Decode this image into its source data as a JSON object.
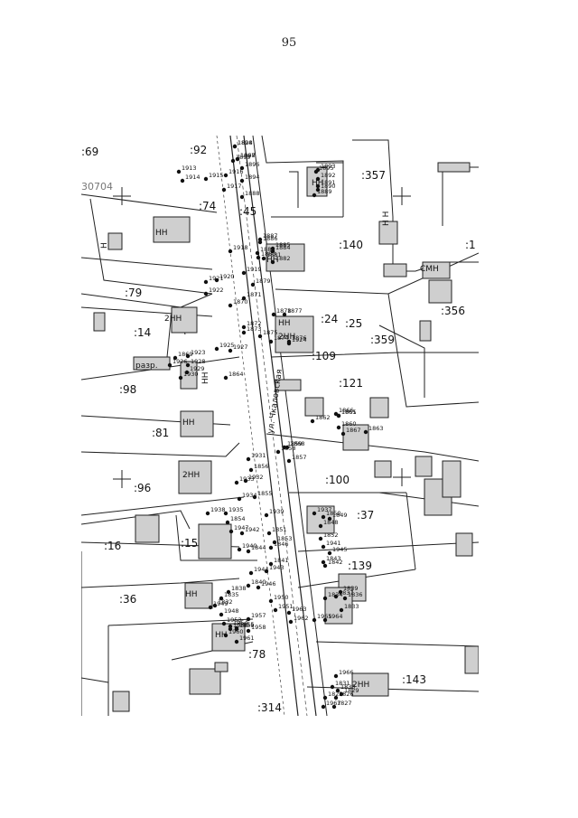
{
  "page": {
    "number": "95"
  },
  "map": {
    "street_name": "ул. Чкаловская",
    "parcels": [
      ":92",
      ":69",
      ":357",
      ":45",
      ":140",
      ":79",
      ":14",
      ":24",
      ":25",
      ":359",
      ":356",
      ":109",
      ":98",
      ":121",
      ":81",
      ":100",
      ":96",
      ":37",
      ":16",
      ":15",
      ":139",
      ":36",
      ":78",
      ":143",
      ":314",
      ":74",
      ":1"
    ],
    "block_code": "30704",
    "building_labels": [
      "НН",
      "2НН",
      "Н",
      "СМН",
      "разр.",
      "Н Н"
    ],
    "nodes": [
      "1898",
      "1897",
      "1899",
      "1896",
      "1913",
      "1916",
      "1914",
      "1915",
      "1894",
      "1893",
      "1895",
      "1892",
      "1891",
      "1890",
      "1917",
      "1888",
      "1889",
      "1887",
      "1886",
      "1918",
      "1883",
      "1884",
      "1885",
      "1880",
      "1881",
      "1882",
      "1919",
      "1879",
      "1921",
      "1920",
      "1922",
      "1871",
      "1870",
      "1878",
      "1877",
      "1876",
      "1872",
      "1873",
      "1875",
      "1874",
      "1924",
      "1923",
      "1925",
      "1869",
      "1927",
      "1926",
      "1928",
      "1929",
      "1930",
      "1864",
      "1865",
      "1866",
      "1861",
      "1862",
      "1860",
      "1863",
      "1867",
      "1868",
      "1859",
      "1858",
      "1857",
      "1931",
      "1856",
      "1932",
      "1933",
      "1855",
      "1934",
      "1935",
      "1938",
      "1939",
      "1854",
      "1937",
      "1850",
      "1849",
      "1848",
      "1851",
      "1853",
      "1852",
      "1947",
      "1846",
      "1940",
      "1941",
      "1945",
      "1942",
      "1844",
      "1843",
      "1842",
      "1841",
      "1943",
      "1944",
      "1840",
      "1839",
      "1946",
      "1838",
      "1837",
      "1834",
      "1836",
      "1833",
      "1835",
      "1832",
      "1949",
      "1948",
      "1950",
      "1951",
      "1953",
      "1954",
      "1955",
      "1957",
      "1956",
      "1959",
      "1958",
      "1960",
      "1961",
      "1962",
      "1963",
      "1964",
      "1965",
      "1966",
      "1831",
      "1830",
      "1829",
      "1826",
      "1825",
      "1827",
      "1967",
      "1824",
      "1968"
    ]
  }
}
